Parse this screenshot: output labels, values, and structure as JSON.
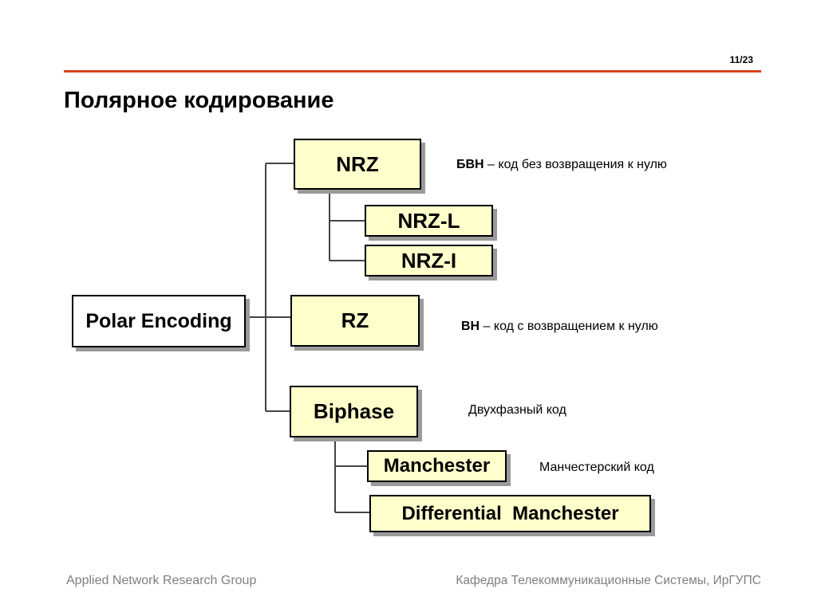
{
  "page_number": "11/23",
  "title": "Полярное кодирование",
  "nodes": {
    "root": "Polar Encoding",
    "nrz": "NRZ",
    "nrz_l": "NRZ-L",
    "nrz_i": "NRZ-I",
    "rz": "RZ",
    "biphase": "Biphase",
    "manchester": "Manchester",
    "diff_manchester": "Differential  Manchester"
  },
  "edges": [
    [
      "root",
      "nrz"
    ],
    [
      "root",
      "rz"
    ],
    [
      "root",
      "biphase"
    ],
    [
      "nrz",
      "nrz_l"
    ],
    [
      "nrz",
      "nrz_i"
    ],
    [
      "biphase",
      "manchester"
    ],
    [
      "biphase",
      "diff_manchester"
    ]
  ],
  "notes": {
    "nrz": {
      "abbr": "БВН",
      "text": " – код без возвращения к нулю"
    },
    "rz": {
      "abbr": "ВН",
      "text": " – код с возвращением к нулю"
    },
    "biphase": {
      "text": "Двухфазный код"
    },
    "manchester": {
      "text": "Манчестерский код"
    }
  },
  "footer": {
    "left": "Applied Network Research Group",
    "right": "Кафедра Телекоммуникационные Системы, ИрГУПС"
  },
  "colors": {
    "rule": "#d9431a",
    "box_fill": "#ffffcc",
    "shadow": "#9a9a9a",
    "footer_text": "#7f7f7f"
  }
}
